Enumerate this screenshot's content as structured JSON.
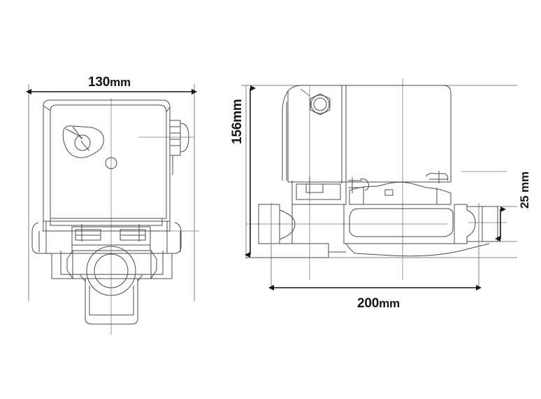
{
  "drawing": {
    "type": "engineering-dimension-drawing",
    "background_color": "#ffffff",
    "line_color": "#3d3d3d",
    "dimension_color": "#151515",
    "views": [
      {
        "name": "front-view",
        "position": "left"
      },
      {
        "name": "side-view",
        "position": "right"
      }
    ]
  },
  "dimensions": {
    "width": {
      "value": "130",
      "unit": "mm",
      "text": "130mm",
      "orientation": "horizontal",
      "view": "front-view"
    },
    "height": {
      "value": "156",
      "unit": "mm",
      "text": "156mm",
      "orientation": "vertical",
      "view": "side-view"
    },
    "length": {
      "value": "200",
      "unit": "mm",
      "text": "200mm",
      "orientation": "horizontal",
      "view": "side-view"
    },
    "detail": {
      "value": "25",
      "unit": "mm",
      "text": "25 mm",
      "orientation": "vertical",
      "view": "side-view"
    }
  },
  "labels": {
    "width_number": "130",
    "width_units": "mm",
    "length_number": "200",
    "length_units": "mm",
    "height_text": "156mm",
    "detail_text": "25 mm"
  }
}
